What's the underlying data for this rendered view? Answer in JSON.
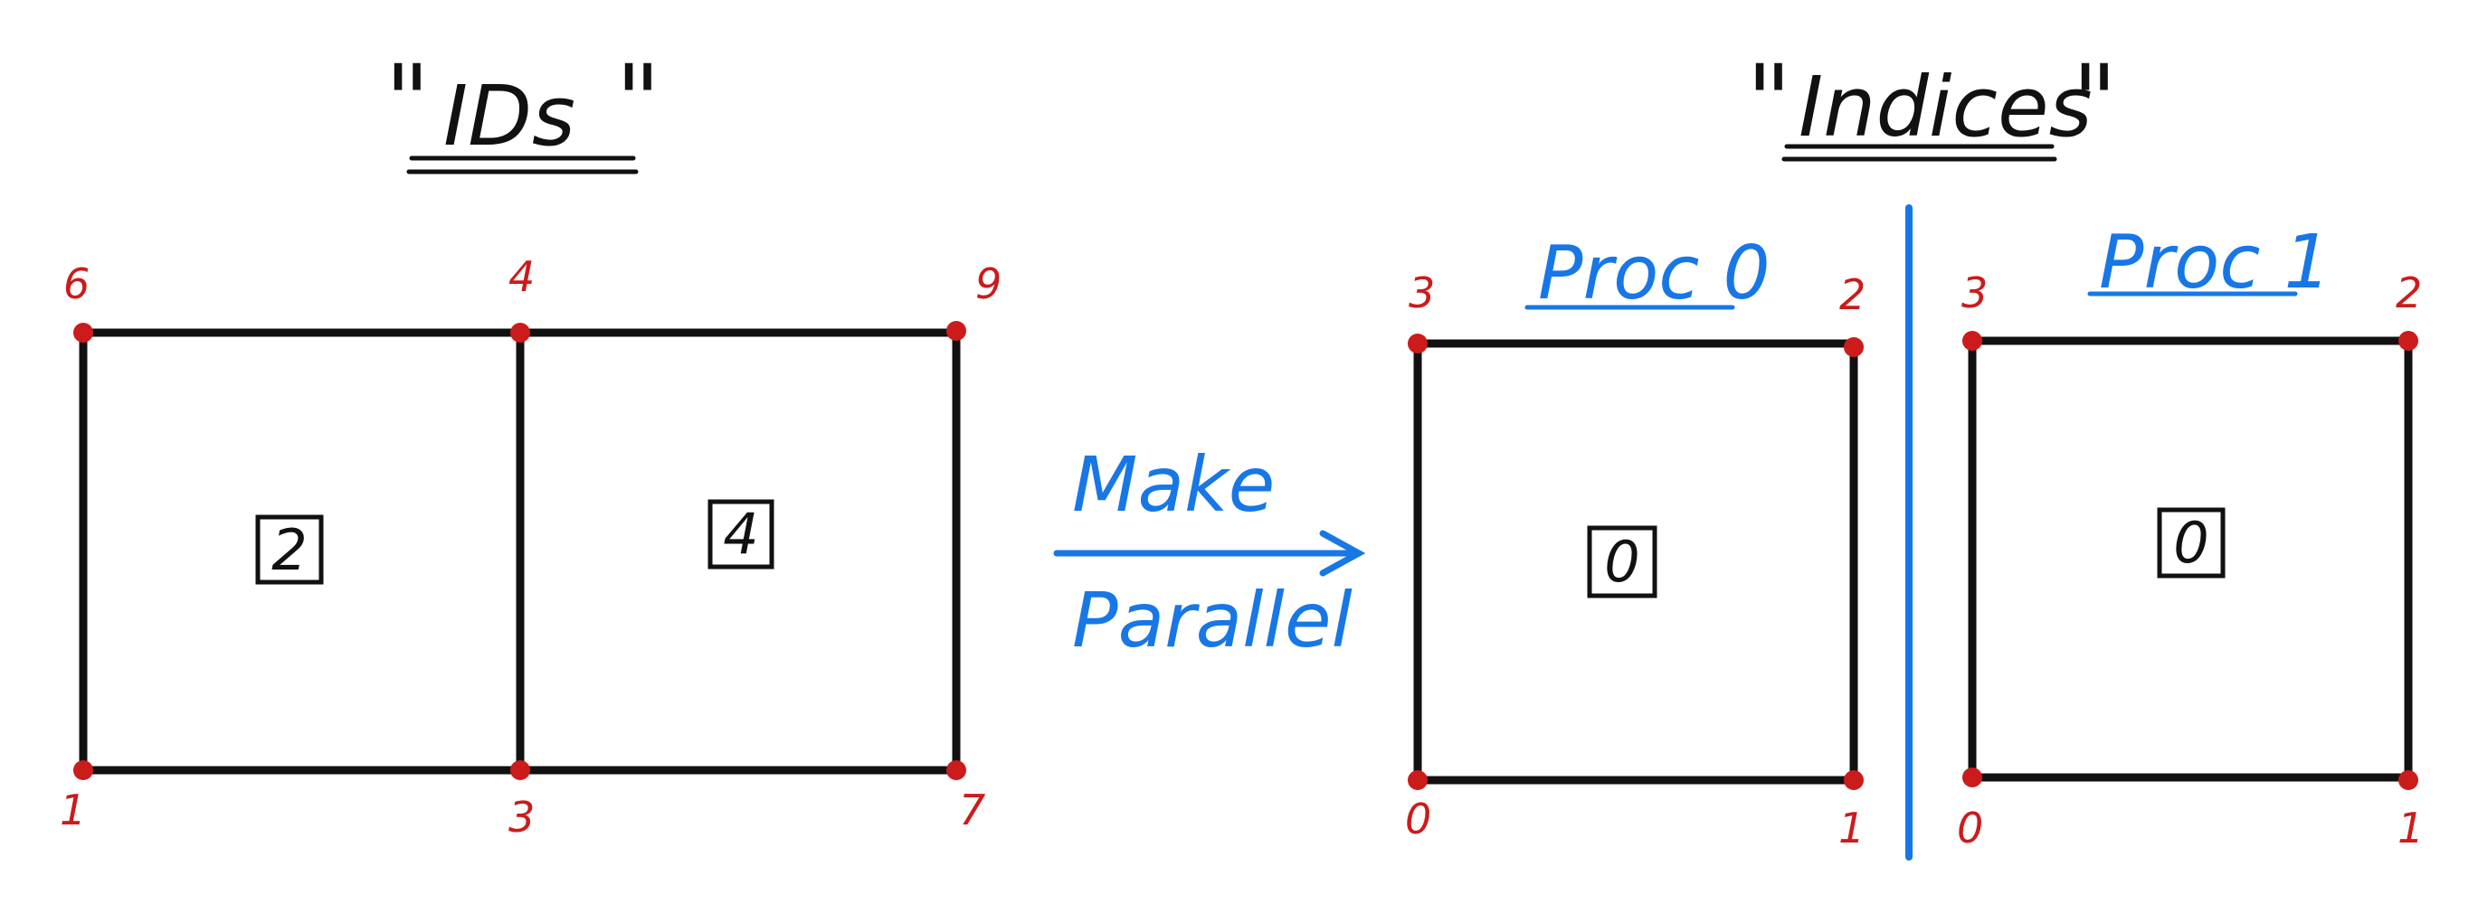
{
  "left_panel": {
    "title": "IDs",
    "open_quote": "\"",
    "close_quote": "\"",
    "elements": [
      {
        "id": "2"
      },
      {
        "id": "4"
      }
    ],
    "nodes": [
      {
        "id": "6"
      },
      {
        "id": "4"
      },
      {
        "id": "9"
      },
      {
        "id": "1"
      },
      {
        "id": "3"
      },
      {
        "id": "7"
      }
    ]
  },
  "arrow": {
    "label_top": "Make",
    "label_bottom": "Parallel"
  },
  "right_panel": {
    "title": "Indices",
    "open_quote": "\"",
    "close_quote": "\"",
    "procs": [
      {
        "name": "Proc 0",
        "element_index": "0",
        "nodes": {
          "top_left": "3",
          "top_right": "2",
          "bottom_left": "0",
          "bottom_right": "1"
        }
      },
      {
        "name": "Proc 1",
        "element_index": "0",
        "nodes": {
          "top_left": "3",
          "top_right": "2",
          "bottom_left": "0",
          "bottom_right": "1"
        }
      }
    ]
  },
  "colors": {
    "node": "#cc1b1b",
    "proc": "#1877e6",
    "line": "#111111"
  }
}
